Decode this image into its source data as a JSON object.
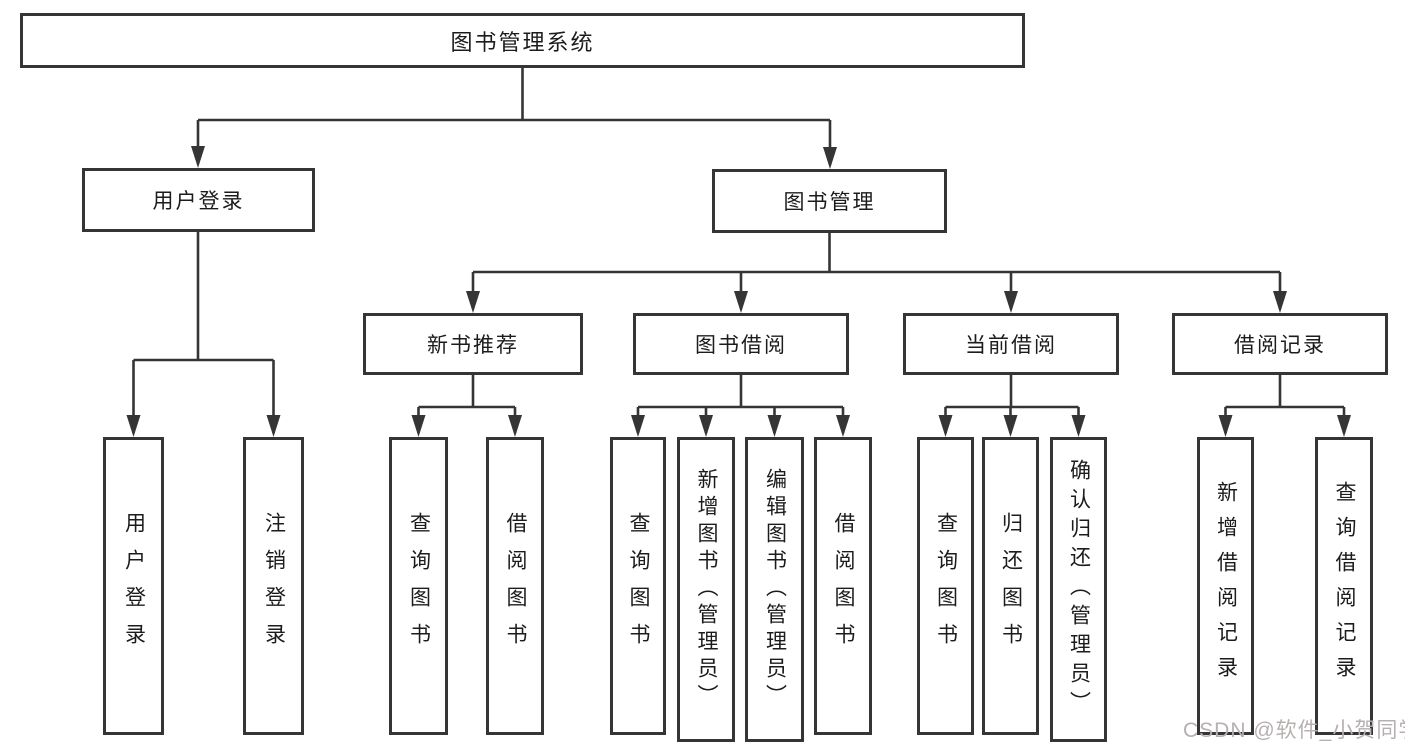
{
  "diagram": {
    "root": {
      "label": "图书管理系统",
      "children": [
        {
          "label": "用户登录",
          "children": [
            {
              "label": "用户登录"
            },
            {
              "label": "注销登录"
            }
          ]
        },
        {
          "label": "图书管理",
          "children": [
            {
              "label": "新书推荐",
              "children": [
                {
                  "label": "查询图书"
                },
                {
                  "label": "借阅图书"
                }
              ]
            },
            {
              "label": "图书借阅",
              "children": [
                {
                  "label": "查询图书"
                },
                {
                  "label": "新增图书（管理员）"
                },
                {
                  "label": "编辑图书（管理员）"
                },
                {
                  "label": "借阅图书"
                }
              ]
            },
            {
              "label": "当前借阅",
              "children": [
                {
                  "label": "查询图书"
                },
                {
                  "label": "归还图书"
                },
                {
                  "label": "确认归还（管理员）"
                }
              ]
            },
            {
              "label": "借阅记录",
              "children": [
                {
                  "label": "新增借阅记录"
                },
                {
                  "label": "查询借阅记录"
                }
              ]
            }
          ]
        }
      ]
    }
  },
  "watermark": {
    "text": "CSDN @软件_小贺同学"
  },
  "colors": {
    "line": "#353535",
    "text": "#1c1c1c",
    "watermark": "#b7b0b0",
    "background": "#ffffff"
  }
}
